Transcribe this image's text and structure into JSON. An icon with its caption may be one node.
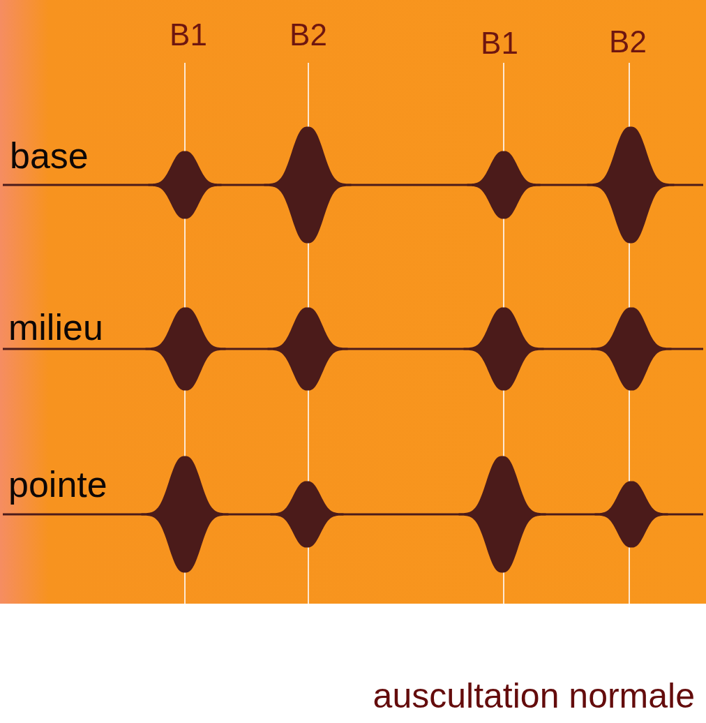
{
  "diagram": {
    "caption": "auscultation normale",
    "labels": [
      "B1",
      "B2",
      "B1",
      "B2",
      "base",
      "milieu",
      "pointe"
    ]
  }
}
